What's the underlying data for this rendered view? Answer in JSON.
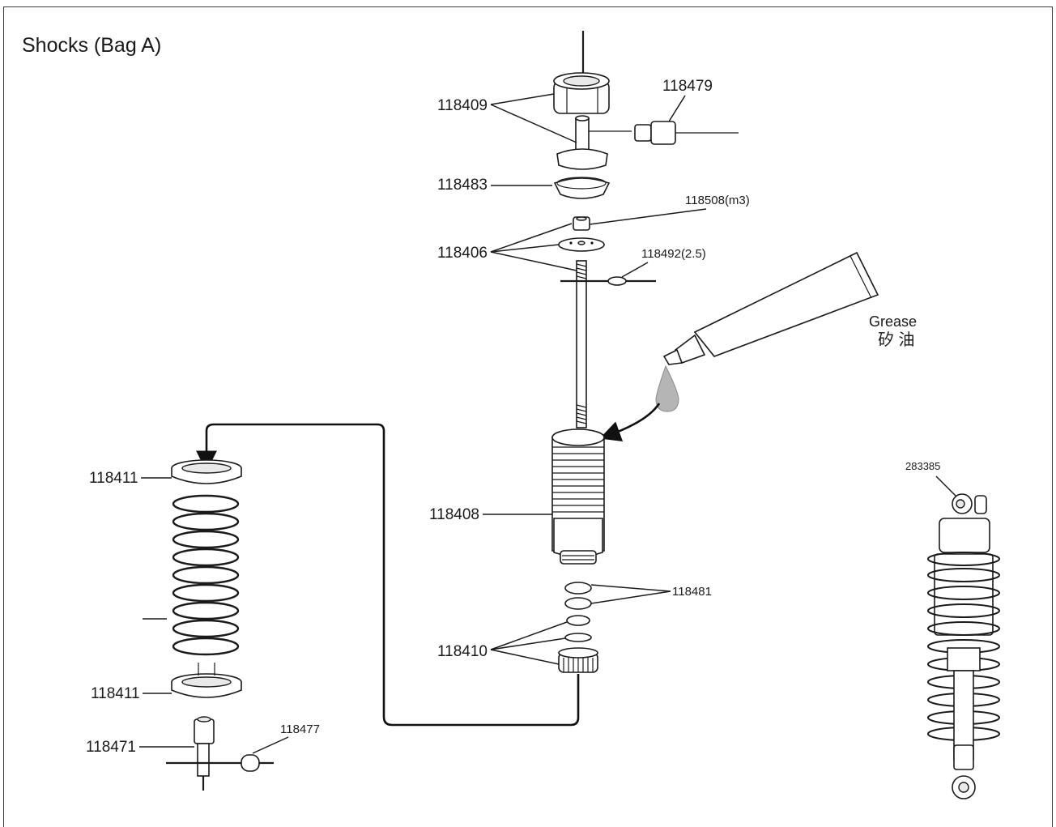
{
  "title": "Shocks  (Bag A)",
  "grease": {
    "label_en": "Grease",
    "label_cn": "矽 油"
  },
  "parts": {
    "cap": "118409",
    "fitting": "118479",
    "bladder": "118483",
    "nut": "118508(m3)",
    "piston": "118406",
    "eclip": "118492(2.5)",
    "body": "118408",
    "oring": "118481",
    "lower_cap": "118410",
    "spring_cup_top": "118411",
    "spring_cup_bottom": "118411",
    "rod_end": "118471",
    "ball": "118477",
    "assembled": "283385"
  },
  "icons": [
    "grease-tube-icon",
    "oil-drop-icon",
    "arrow-icon"
  ]
}
